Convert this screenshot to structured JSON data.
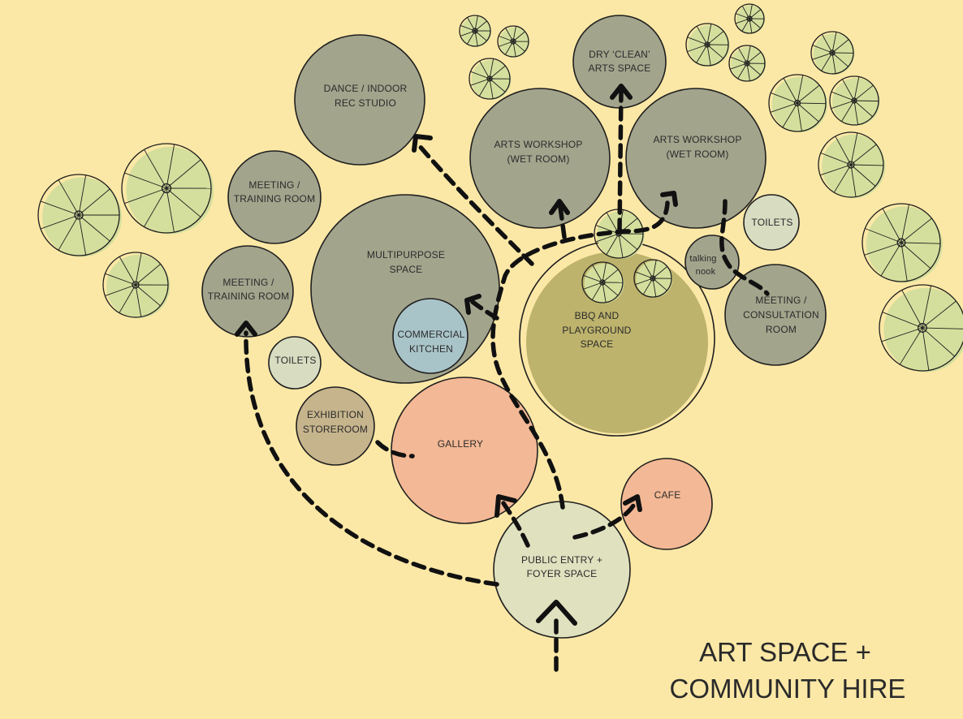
{
  "title": {
    "line1": "ART SPACE +",
    "line2": "COMMUNITY HIRE"
  },
  "rooms": {
    "dance": {
      "line1": "DANCE  / INDOOR",
      "line2": "REC STUDIO"
    },
    "dry_arts": {
      "line1": "DRY ‘CLEAN’",
      "line2": "ARTS SPACE"
    },
    "workshop_1": {
      "line1": "ARTS WORKSHOP",
      "line2": "(WET ROOM)"
    },
    "workshop_2": {
      "line1": "ARTS WORKSHOP",
      "line2": "(WET ROOM)"
    },
    "meeting_upper": {
      "line1": "MEETING /",
      "line2": "TRAINING ROOM"
    },
    "meeting_lower": {
      "line1": "MEETING /",
      "line2": "TRAINING ROOM"
    },
    "multipurpose": {
      "line1": "MULTIPURPOSE",
      "line2": "SPACE"
    },
    "kitchen": {
      "line1": "COMMERCIAL",
      "line2": "KITCHEN"
    },
    "toilets_left": {
      "line1": "TOILETS"
    },
    "toilets_right": {
      "line1": "TOILETS"
    },
    "talking_nook": {
      "line1": "talking",
      "line2": "nook"
    },
    "meeting_consultation": {
      "line1": "MEETING /",
      "line2": "CONSULTATION",
      "line3": "ROOM"
    },
    "bbq": {
      "line1": "BBQ AND",
      "line2": "PLAYGROUND",
      "line3": "SPACE"
    },
    "exhibition": {
      "line1": "EXHIBITION",
      "line2": "STOREROOM"
    },
    "gallery": {
      "line1": "GALLERY"
    },
    "cafe": {
      "line1": "CAFE"
    },
    "entry": {
      "line1": "PUBLIC ENTRY +",
      "line2": "FOYER SPACE"
    }
  },
  "colors": {
    "background": "#fce8a6",
    "room_grey": "#a2a48c",
    "kitchen_blue": "#a9c4c9",
    "toilets_pale": "#d8ddc2",
    "bbq_olive": "#bdb36c",
    "exhibition_tan": "#c6b48c",
    "gallery_salmon": "#f3b895",
    "cafe_salmon": "#f3b895",
    "entry_pale": "#dfe1bf",
    "tree_green": "#d5df9d",
    "ink": "#111111"
  }
}
